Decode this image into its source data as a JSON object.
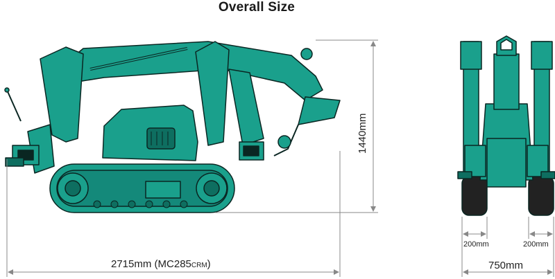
{
  "title": "Overall Size",
  "dimensions": {
    "height": "1440mm",
    "length_value": "2715mm (MC285",
    "length_suffix": "CRM",
    "length_close": ")",
    "width": "750mm",
    "track_left": "200mm",
    "track_right": "200mm"
  },
  "colors": {
    "body": "#1aa08c",
    "body_dark": "#0e6e60",
    "outline": "#0a2622",
    "track": "#222222",
    "dim_line": "#888888"
  }
}
